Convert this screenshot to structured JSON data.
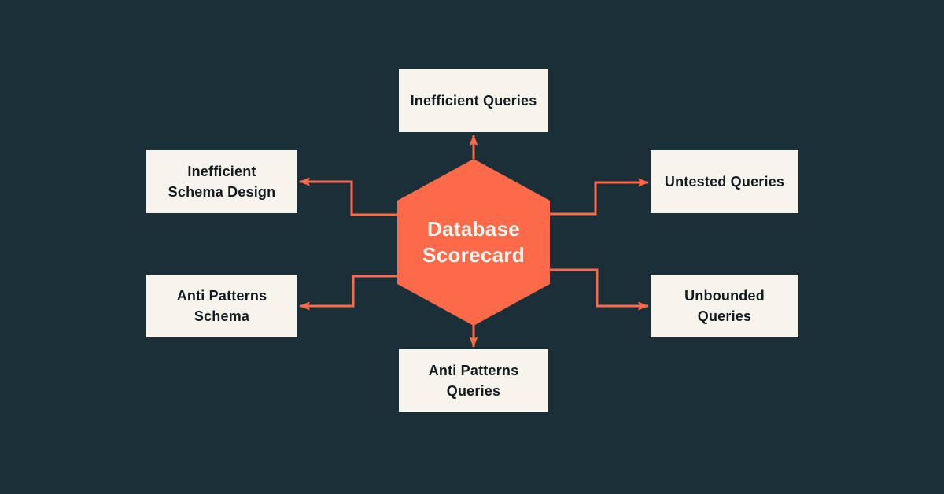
{
  "title": "Database Scorecard",
  "colors": {
    "background": "#1B2F38",
    "accent": "#FD6A4A",
    "node_bg": "#F7F4EE",
    "node_text": "#121A1E",
    "center_text": "#FDF8F2"
  },
  "diagram": {
    "type": "hub-and-spoke",
    "center": {
      "shape": "hexagon",
      "label": "Database\nScorecard"
    },
    "nodes": [
      {
        "id": "top",
        "label": "Inefficient Queries"
      },
      {
        "id": "top-left",
        "label": "Inefficient\nSchema Design"
      },
      {
        "id": "top-right",
        "label": "Untested Queries"
      },
      {
        "id": "bottom-left",
        "label": "Anti Patterns\nSchema"
      },
      {
        "id": "bottom-right",
        "label": "Unbounded\nQueries"
      },
      {
        "id": "bottom",
        "label": "Anti Patterns\nQueries"
      }
    ]
  }
}
